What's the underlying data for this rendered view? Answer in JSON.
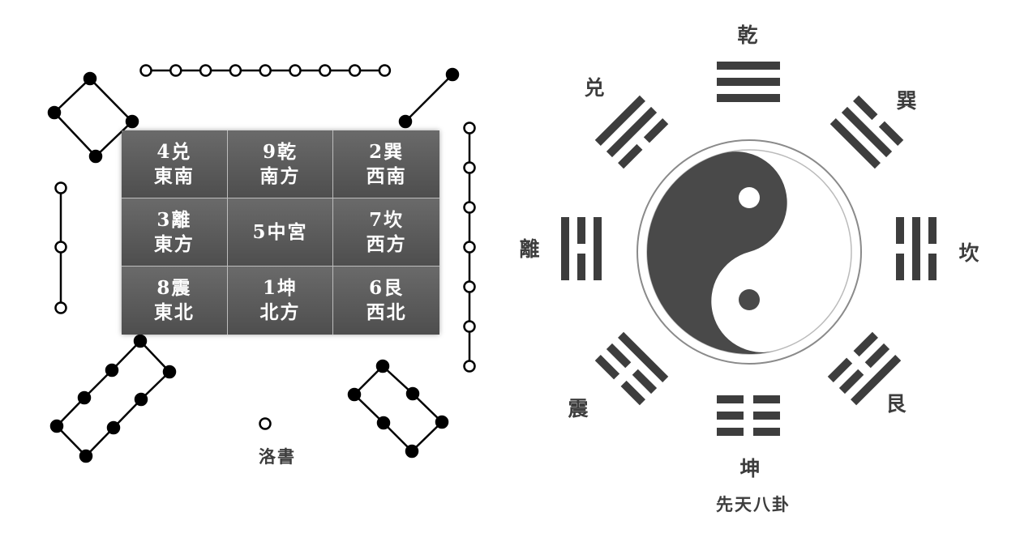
{
  "luoshu": {
    "cells": [
      {
        "top": "4兑",
        "bottom": "東南"
      },
      {
        "top": "9乾",
        "bottom": "南方"
      },
      {
        "top": "2巽",
        "bottom": "西南"
      },
      {
        "top": "3離",
        "bottom": "東方"
      },
      {
        "top": "5中宮",
        "bottom": ""
      },
      {
        "top": "7坎",
        "bottom": "西方"
      },
      {
        "top": "8震",
        "bottom": "東北"
      },
      {
        "top": "1坤",
        "bottom": "北方"
      },
      {
        "top": "6艮",
        "bottom": "西北"
      }
    ],
    "caption": "洛書"
  },
  "bagua": {
    "labels": {
      "qian": "乾",
      "dui": "兑",
      "xun": "巽",
      "li": "離",
      "kan": "坎",
      "zhen": "震",
      "gen": "艮",
      "kun": "坤"
    },
    "caption": "先天八卦"
  },
  "colors": {
    "cell_fill": "#5d5d5d",
    "cell_text": "#ffffff",
    "ink": "#3d3d3d",
    "dots": "#000000"
  }
}
